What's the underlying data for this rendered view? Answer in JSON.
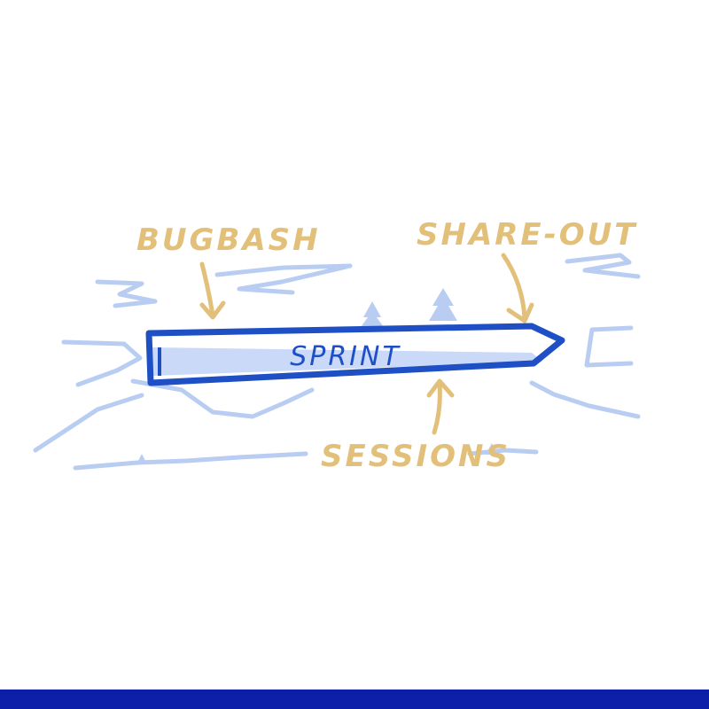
{
  "labels": {
    "center": "SPRINT",
    "top_left": "BUGBASH",
    "top_right": "SHARE-OUT",
    "bottom": "SESSIONS"
  },
  "colors": {
    "background": "#ffffff",
    "annotation": "#e3c07a",
    "arrow_outline": "#1e4fc4",
    "landscape": "#b9cdf2",
    "bottom_bar": "#0d1ea8"
  }
}
